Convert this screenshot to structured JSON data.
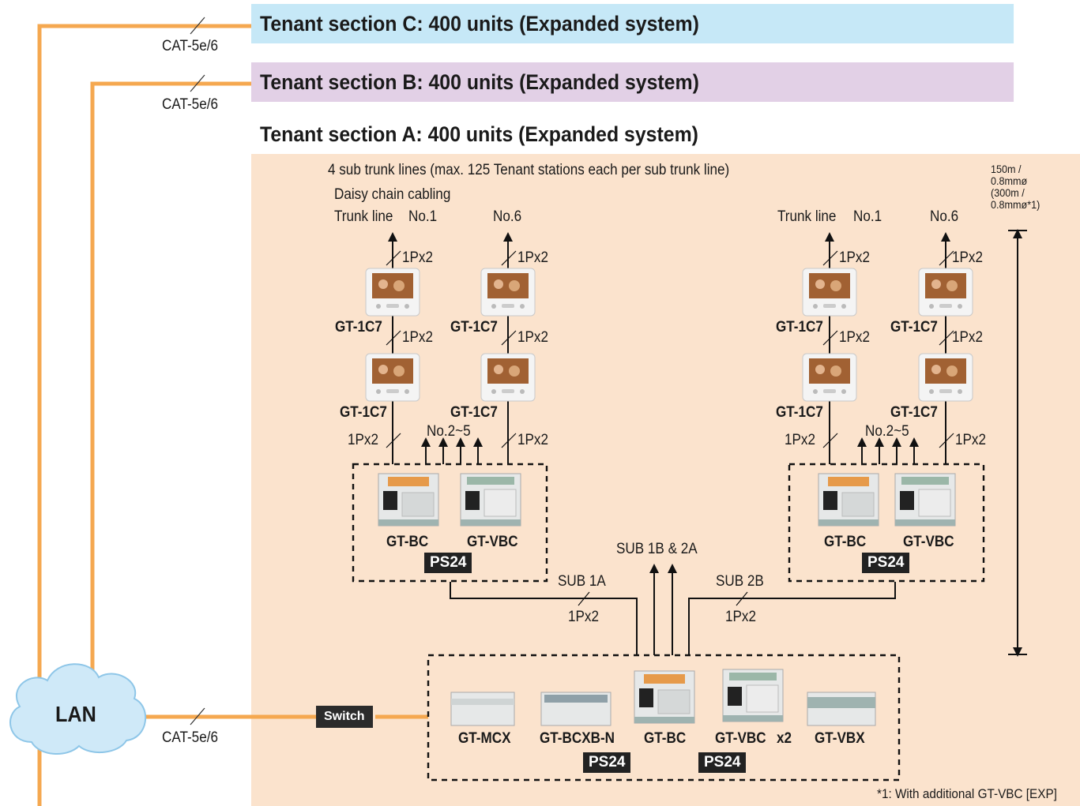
{
  "sections": {
    "c": "Tenant section C: 400 units (Expanded system)",
    "b": "Tenant section B: 400 units (Expanded system)",
    "a": "Tenant section A: 400 units (Expanded system)"
  },
  "cables": {
    "cat": "CAT-5e/6",
    "pair": "1Px2"
  },
  "notes": {
    "sub_trunk": "4 sub trunk lines (max. 125 Tenant stations each per sub trunk line)",
    "daisy": "Daisy chain cabling",
    "trunk_line": "Trunk line",
    "no1": "No.1",
    "no6": "No.6",
    "no25": "No.2~5",
    "distance": [
      "150m /",
      "0.8mmø",
      "(300m /",
      "0.8mmø*1)"
    ],
    "footnote": "*1: With additional GT-VBC [EXP]"
  },
  "devices": {
    "monitor": "GT-1C7",
    "bc": "GT-BC",
    "vbc": "GT-VBC",
    "ps": "PS24",
    "mcx": "GT-MCX",
    "bcxb": "GT-BCXB-N",
    "vbx": "GT-VBX",
    "x2": "x2"
  },
  "subs": {
    "sub1a": "SUB 1A",
    "sub2b": "SUB 2B",
    "sub1b2a": "SUB 1B & 2A"
  },
  "network": {
    "lan": "LAN",
    "switch": "Switch"
  },
  "colors": {
    "orange": "#f5a850",
    "panel": "#fbe3cd",
    "band_c": "#c6e8f7",
    "band_b": "#e2d0e6",
    "cloud": "#cfe9f8"
  }
}
